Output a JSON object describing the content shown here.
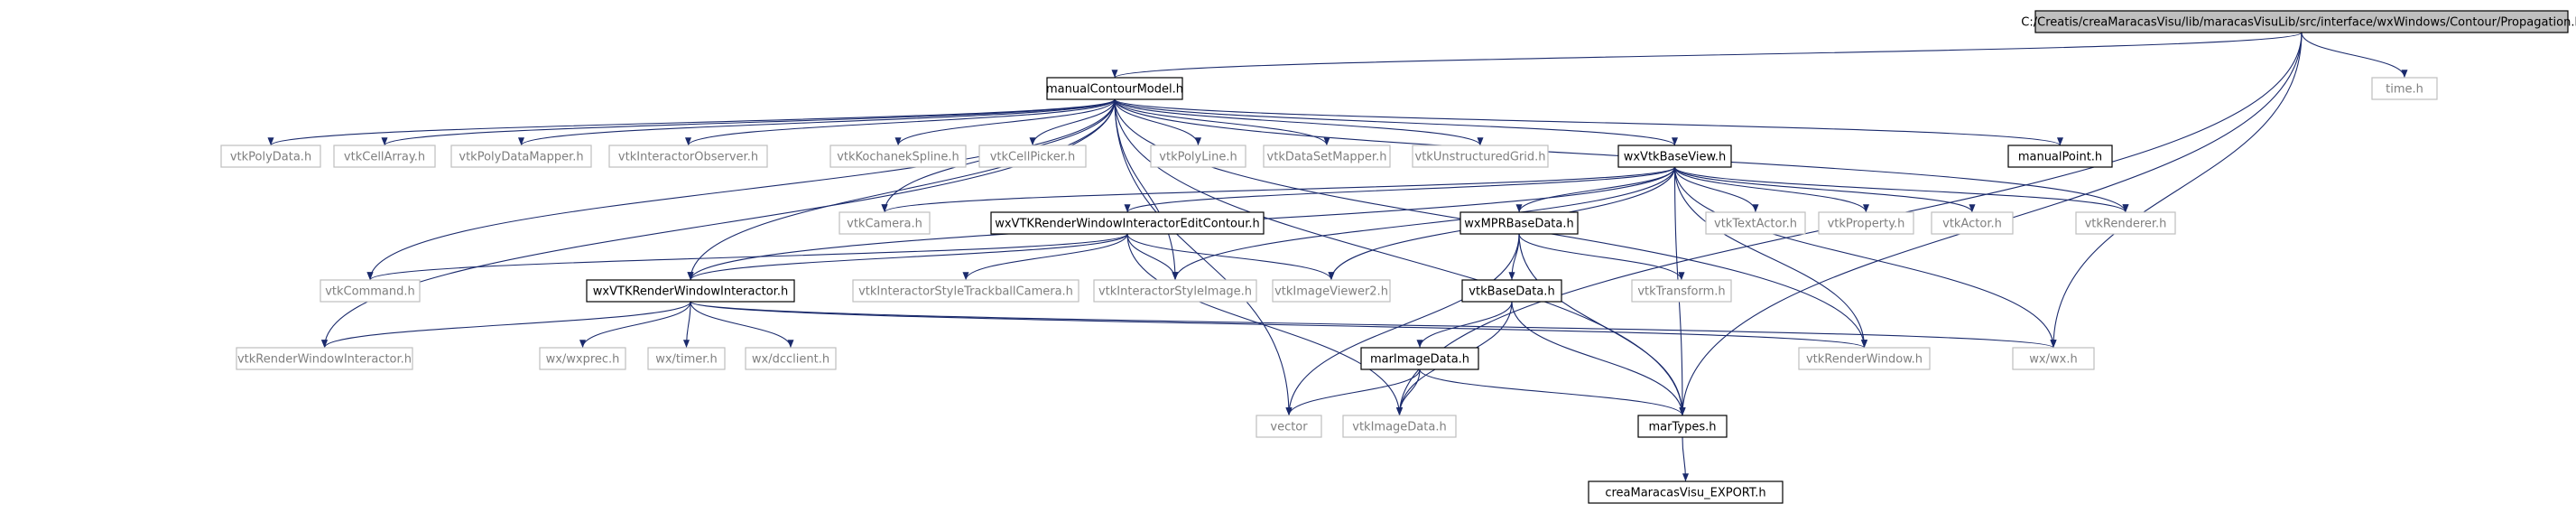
{
  "graph": {
    "colors": {
      "edge": "#1a2a6c",
      "documented_border": "#000000",
      "undocumented_border": "#bfbfbf",
      "root_fill": "#bfbfbf",
      "undocumented_text": "#7f7f7f"
    },
    "nodes": [
      {
        "id": "propagation",
        "label": "C:/Creatis/creaMaracasVisu/lib/maracasVisuLib/src/interface/wxWindows/Contour/Propagation.h",
        "kind": "root"
      },
      {
        "id": "manualContourModel",
        "label": "manualContourModel.h",
        "kind": "documented"
      },
      {
        "id": "time",
        "label": "time.h",
        "kind": "undocumented"
      },
      {
        "id": "vtkPolyData",
        "label": "vtkPolyData.h",
        "kind": "undocumented"
      },
      {
        "id": "vtkCellArray",
        "label": "vtkCellArray.h",
        "kind": "undocumented"
      },
      {
        "id": "vtkPolyDataMapper",
        "label": "vtkPolyDataMapper.h",
        "kind": "undocumented"
      },
      {
        "id": "vtkInteractorObserver",
        "label": "vtkInteractorObserver.h",
        "kind": "undocumented"
      },
      {
        "id": "vtkKochanekSpline",
        "label": "vtkKochanekSpline.h",
        "kind": "undocumented"
      },
      {
        "id": "vtkCellPicker",
        "label": "vtkCellPicker.h",
        "kind": "undocumented"
      },
      {
        "id": "vtkPolyLine",
        "label": "vtkPolyLine.h",
        "kind": "undocumented"
      },
      {
        "id": "vtkDataSetMapper",
        "label": "vtkDataSetMapper.h",
        "kind": "undocumented"
      },
      {
        "id": "vtkUnstructuredGrid",
        "label": "vtkUnstructuredGrid.h",
        "kind": "undocumented"
      },
      {
        "id": "wxVtkBaseView",
        "label": "wxVtkBaseView.h",
        "kind": "documented"
      },
      {
        "id": "manualPoint",
        "label": "manualPoint.h",
        "kind": "documented"
      },
      {
        "id": "vtkCamera",
        "label": "vtkCamera.h",
        "kind": "undocumented"
      },
      {
        "id": "wxVTKRWIEditContour",
        "label": "wxVTKRenderWindowInteractorEditContour.h",
        "kind": "documented"
      },
      {
        "id": "wxMPRBaseData",
        "label": "wxMPRBaseData.h",
        "kind": "documented"
      },
      {
        "id": "vtkTextActor",
        "label": "vtkTextActor.h",
        "kind": "undocumented"
      },
      {
        "id": "vtkProperty",
        "label": "vtkProperty.h",
        "kind": "undocumented"
      },
      {
        "id": "vtkActor",
        "label": "vtkActor.h",
        "kind": "undocumented"
      },
      {
        "id": "vtkRenderer",
        "label": "vtkRenderer.h",
        "kind": "undocumented"
      },
      {
        "id": "vtkCommand",
        "label": "vtkCommand.h",
        "kind": "undocumented"
      },
      {
        "id": "wxVTKRWI",
        "label": "wxVTKRenderWindowInteractor.h",
        "kind": "documented"
      },
      {
        "id": "vtkISTrackballCamera",
        "label": "vtkInteractorStyleTrackballCamera.h",
        "kind": "undocumented"
      },
      {
        "id": "vtkInteractorStyleImage",
        "label": "vtkInteractorStyleImage.h",
        "kind": "undocumented"
      },
      {
        "id": "vtkImageViewer2",
        "label": "vtkImageViewer2.h",
        "kind": "undocumented"
      },
      {
        "id": "vtkBaseData",
        "label": "vtkBaseData.h",
        "kind": "documented"
      },
      {
        "id": "vtkTransform",
        "label": "vtkTransform.h",
        "kind": "undocumented"
      },
      {
        "id": "vtkRenderWindowInteractor",
        "label": "vtkRenderWindowInteractor.h",
        "kind": "undocumented"
      },
      {
        "id": "wxprec",
        "label": "wx/wxprec.h",
        "kind": "undocumented"
      },
      {
        "id": "wxtimer",
        "label": "wx/timer.h",
        "kind": "undocumented"
      },
      {
        "id": "dcclient",
        "label": "wx/dcclient.h",
        "kind": "undocumented"
      },
      {
        "id": "marImageData",
        "label": "marImageData.h",
        "kind": "documented"
      },
      {
        "id": "vtkRenderWindow",
        "label": "vtkRenderWindow.h",
        "kind": "undocumented"
      },
      {
        "id": "wxwx",
        "label": "wx/wx.h",
        "kind": "undocumented"
      },
      {
        "id": "vector",
        "label": "vector",
        "kind": "undocumented"
      },
      {
        "id": "vtkImageData",
        "label": "vtkImageData.h",
        "kind": "undocumented"
      },
      {
        "id": "marTypes",
        "label": "marTypes.h",
        "kind": "documented"
      },
      {
        "id": "creaExport",
        "label": "creaMaracasVisu_EXPORT.h",
        "kind": "documented"
      }
    ],
    "edges": [
      [
        "propagation",
        "manualContourModel"
      ],
      [
        "propagation",
        "time"
      ],
      [
        "propagation",
        "wxwx"
      ],
      [
        "propagation",
        "marTypes"
      ],
      [
        "propagation",
        "vtkImageData"
      ],
      [
        "manualContourModel",
        "vtkPolyData"
      ],
      [
        "manualContourModel",
        "vtkCellArray"
      ],
      [
        "manualContourModel",
        "vtkPolyDataMapper"
      ],
      [
        "manualContourModel",
        "vtkInteractorObserver"
      ],
      [
        "manualContourModel",
        "vtkKochanekSpline"
      ],
      [
        "manualContourModel",
        "vtkCellPicker"
      ],
      [
        "manualContourModel",
        "vtkPolyLine"
      ],
      [
        "manualContourModel",
        "vtkDataSetMapper"
      ],
      [
        "manualContourModel",
        "vtkUnstructuredGrid"
      ],
      [
        "manualContourModel",
        "wxVtkBaseView"
      ],
      [
        "manualContourModel",
        "manualPoint"
      ],
      [
        "manualContourModel",
        "vtkCamera"
      ],
      [
        "manualContourModel",
        "vtkRenderer"
      ],
      [
        "manualContourModel",
        "vtkCommand"
      ],
      [
        "manualContourModel",
        "wxVTKRWI"
      ],
      [
        "manualContourModel",
        "vtkRenderWindowInteractor"
      ],
      [
        "manualContourModel",
        "vtkInteractorStyleImage"
      ],
      [
        "manualContourModel",
        "vtkRenderWindow"
      ],
      [
        "manualContourModel",
        "vector"
      ],
      [
        "manualContourModel",
        "marTypes"
      ],
      [
        "wxVtkBaseView",
        "vtkCamera"
      ],
      [
        "wxVtkBaseView",
        "wxVTKRWIEditContour"
      ],
      [
        "wxVtkBaseView",
        "wxMPRBaseData"
      ],
      [
        "wxVtkBaseView",
        "vtkTextActor"
      ],
      [
        "wxVtkBaseView",
        "vtkProperty"
      ],
      [
        "wxVtkBaseView",
        "vtkActor"
      ],
      [
        "wxVtkBaseView",
        "vtkRenderer"
      ],
      [
        "wxVtkBaseView",
        "vtkInteractorStyleImage"
      ],
      [
        "wxVtkBaseView",
        "vtkImageViewer2"
      ],
      [
        "wxVtkBaseView",
        "wxVTKRWI"
      ],
      [
        "wxVtkBaseView",
        "vtkRenderWindow"
      ],
      [
        "wxVtkBaseView",
        "wxwx"
      ],
      [
        "wxVtkBaseView",
        "marTypes"
      ],
      [
        "wxVTKRWIEditContour",
        "vtkCommand"
      ],
      [
        "wxVTKRWIEditContour",
        "wxVTKRWI"
      ],
      [
        "wxVTKRWIEditContour",
        "vtkISTrackballCamera"
      ],
      [
        "wxVTKRWIEditContour",
        "vtkInteractorStyleImage"
      ],
      [
        "wxVTKRWIEditContour",
        "vtkImageViewer2"
      ],
      [
        "wxVTKRWIEditContour",
        "vtkImageData"
      ],
      [
        "wxMPRBaseData",
        "vtkBaseData"
      ],
      [
        "wxMPRBaseData",
        "vtkTransform"
      ],
      [
        "wxMPRBaseData",
        "marTypes"
      ],
      [
        "wxMPRBaseData",
        "vector"
      ],
      [
        "wxVTKRWI",
        "vtkRenderWindowInteractor"
      ],
      [
        "wxVTKRWI",
        "wxprec"
      ],
      [
        "wxVTKRWI",
        "wxtimer"
      ],
      [
        "wxVTKRWI",
        "dcclient"
      ],
      [
        "wxVTKRWI",
        "vtkRenderWindow"
      ],
      [
        "wxVTKRWI",
        "wxwx"
      ],
      [
        "vtkBaseData",
        "marImageData"
      ],
      [
        "vtkBaseData",
        "marTypes"
      ],
      [
        "vtkBaseData",
        "vtkImageData"
      ],
      [
        "marImageData",
        "vector"
      ],
      [
        "marImageData",
        "vtkImageData"
      ],
      [
        "marImageData",
        "marTypes"
      ],
      [
        "marTypes",
        "creaExport"
      ]
    ]
  }
}
